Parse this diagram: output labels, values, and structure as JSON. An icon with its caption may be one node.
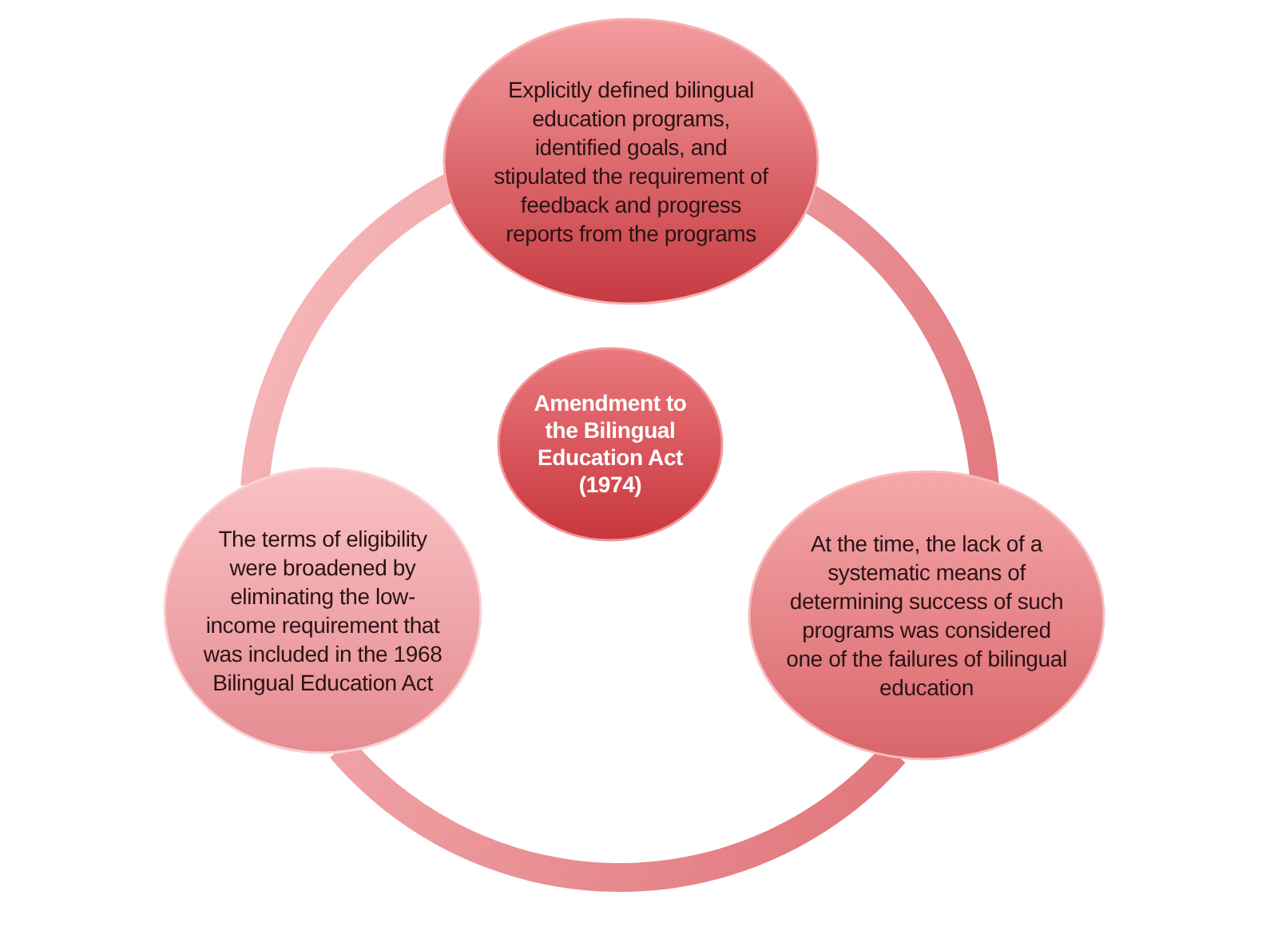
{
  "diagram": {
    "nodes": [
      {
        "text": [
          "Explicitly defined bilingual education programs, identified goals, and stipulated the requirement of feedback and progress reports from the programs"
        ]
      },
      {
        "text": [
          "Amendment to the Bilingual Education Act (1974)"
        ]
      },
      {
        "text": [
          "The terms of eligibility were broadened by eliminating the low-income requirement that was included in the 1968 Bilingual Education Act"
        ]
      },
      {
        "text": [
          "At the time, the lack of a systematic means of determining success of such programs was considered one of the failures of bilingual education"
        ]
      }
    ],
    "edges": [
      {
        "from": 0,
        "to": 3,
        "arrow": "none"
      },
      {
        "from": 3,
        "to": 2,
        "arrow": "none"
      },
      {
        "from": 2,
        "to": 0,
        "arrow": "none"
      }
    ]
  }
}
